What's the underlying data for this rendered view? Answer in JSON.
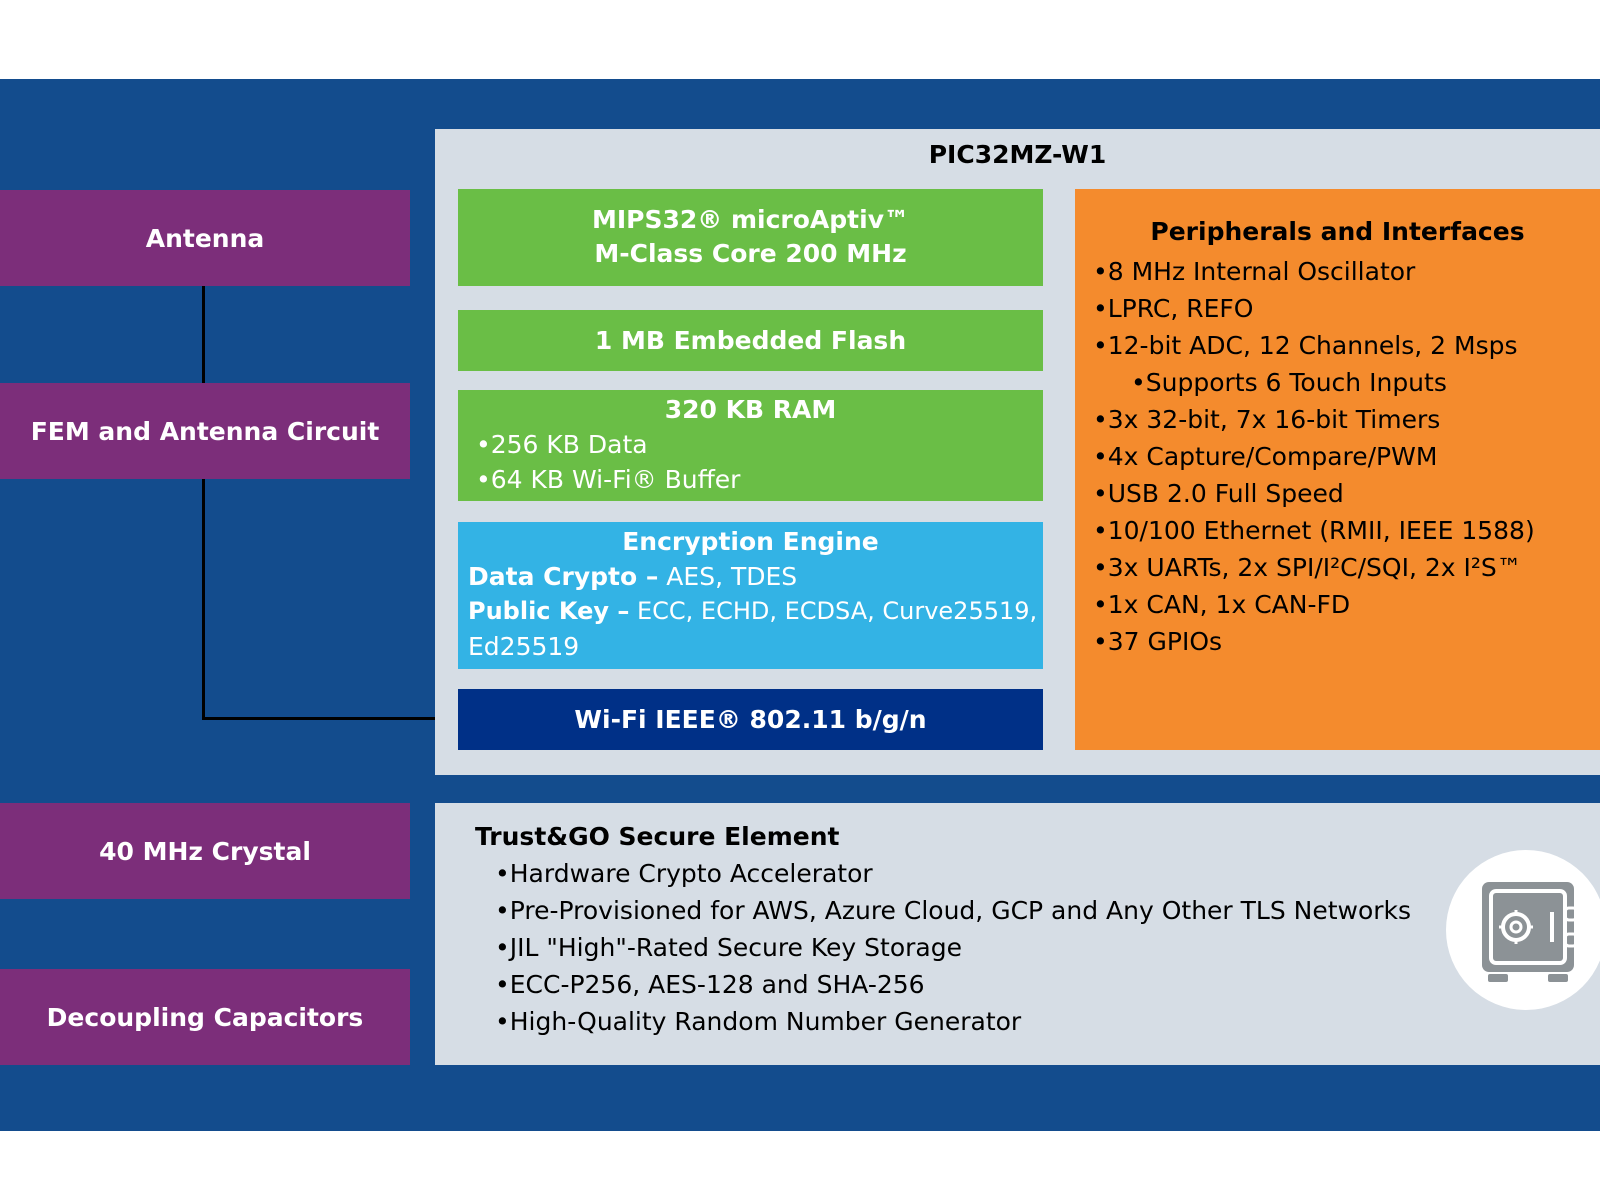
{
  "side": {
    "antenna": "Antenna",
    "fem": "FEM and Antenna Circuit",
    "crystal": "40 MHz Crystal",
    "decoupling": "Decoupling Capacitors"
  },
  "chip": {
    "title": "PIC32MZ-W1",
    "core": {
      "line1": "MIPS32® microAptiv™",
      "line2": "M-Class Core 200 MHz"
    },
    "flash": "1 MB Embedded Flash",
    "ram": {
      "title": "320 KB RAM",
      "items": [
        "•256 KB Data",
        "•64 KB Wi-Fi® Buffer"
      ]
    },
    "crypto": {
      "title": "Encryption Engine",
      "data_label": "Data Crypto –",
      "data_value": " AES, TDES",
      "pk_label": "Public Key –",
      "pk_value": " ECC, ECHD, ECDSA,  Curve25519,",
      "pk_value2": "Ed25519"
    },
    "wifi": "Wi-Fi IEEE® 802.11 b/g/n",
    "peripherals": {
      "title": "Peripherals and Interfaces",
      "items": [
        "•8 MHz Internal Oscillator",
        "•LPRC, REFO",
        "•12-bit ADC, 12 Channels, 2 Msps",
        "•Supports 6 Touch Inputs",
        "•3x 32-bit, 7x 16-bit Timers",
        "•4x Capture/Compare/PWM",
        "•USB 2.0 Full Speed",
        "•10/100 Ethernet (RMII, IEEE 1588)",
        "•3x UARTs, 2x SPI/I²C/SQI, 2x I²S™",
        "•1x CAN, 1x CAN-FD",
        "•37 GPIOs"
      ]
    }
  },
  "secure": {
    "title": "Trust&GO Secure Element",
    "items": [
      "•Hardware Crypto Accelerator",
      "•Pre-Provisioned for AWS, Azure Cloud, GCP and Any Other TLS Networks",
      "•JIL \"High\"-Rated Secure Key Storage",
      "•ECC-P256, AES-128 and SHA-256",
      "•High-Quality Random Number Generator"
    ],
    "icon": "safe-icon"
  },
  "colors": {
    "background_band": "#134c8d",
    "side_box": "#7c2e7a",
    "panel": "#d6dde5",
    "green": "#6abe46",
    "light_blue": "#33b3e5",
    "navy": "#003087",
    "orange": "#f48b2d"
  }
}
